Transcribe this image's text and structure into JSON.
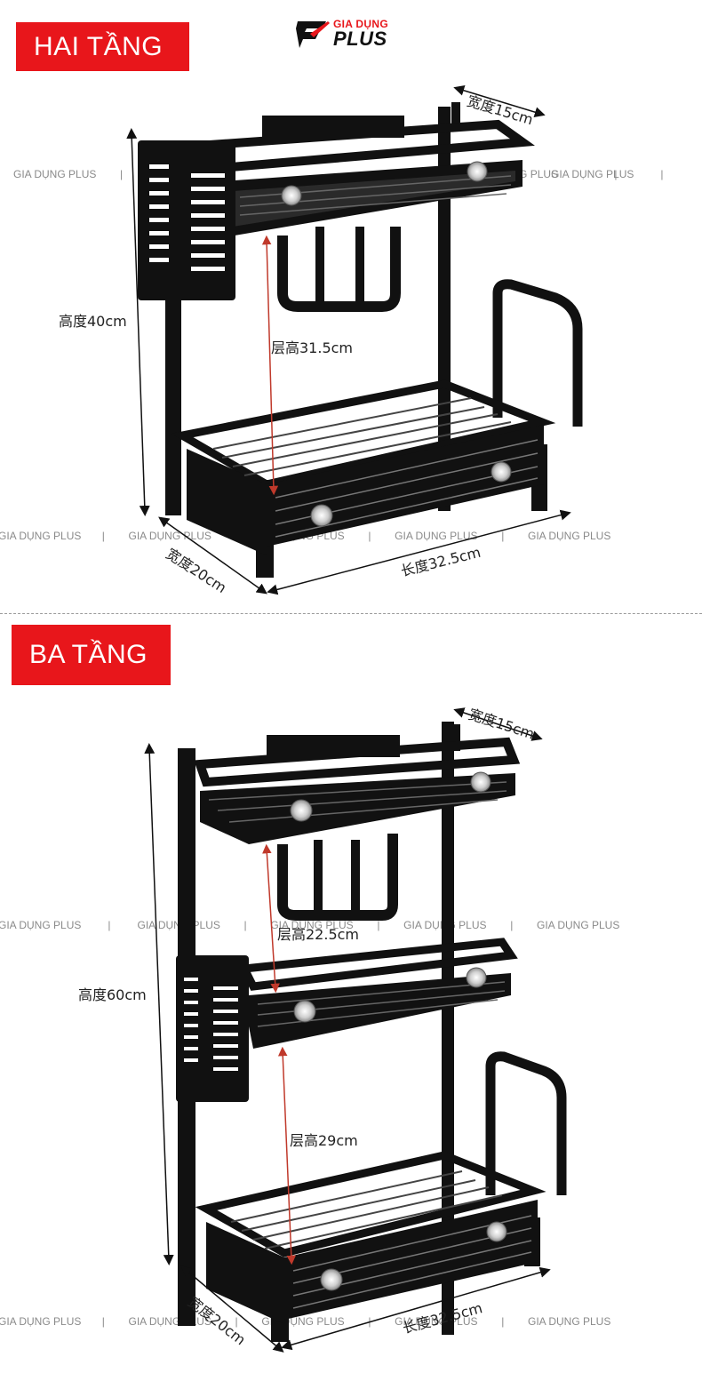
{
  "brand": {
    "top": "GIA DỤNG",
    "bottom": "PLUS"
  },
  "watermark": "GIA DỤNG PLUS",
  "sections": [
    {
      "title": "HAI TẦNG",
      "width_label": "宽度15cm",
      "height_label": "高度40cm",
      "layer_label": "层高31.5cm",
      "depth_label": "宽度20cm",
      "length_label": "长度32.5cm"
    },
    {
      "title": "BA TẦNG",
      "width_label": "宽度15cm",
      "height_label": "高度60cm",
      "layer_upper_label": "层高22.5cm",
      "layer_lower_label": "层高29cm",
      "depth_label": "宽度20cm",
      "length_label": "长度32.5cm"
    }
  ],
  "colors": {
    "banner": "#e8161b",
    "arrow_red": "#c0392b",
    "metal": "#111111"
  }
}
